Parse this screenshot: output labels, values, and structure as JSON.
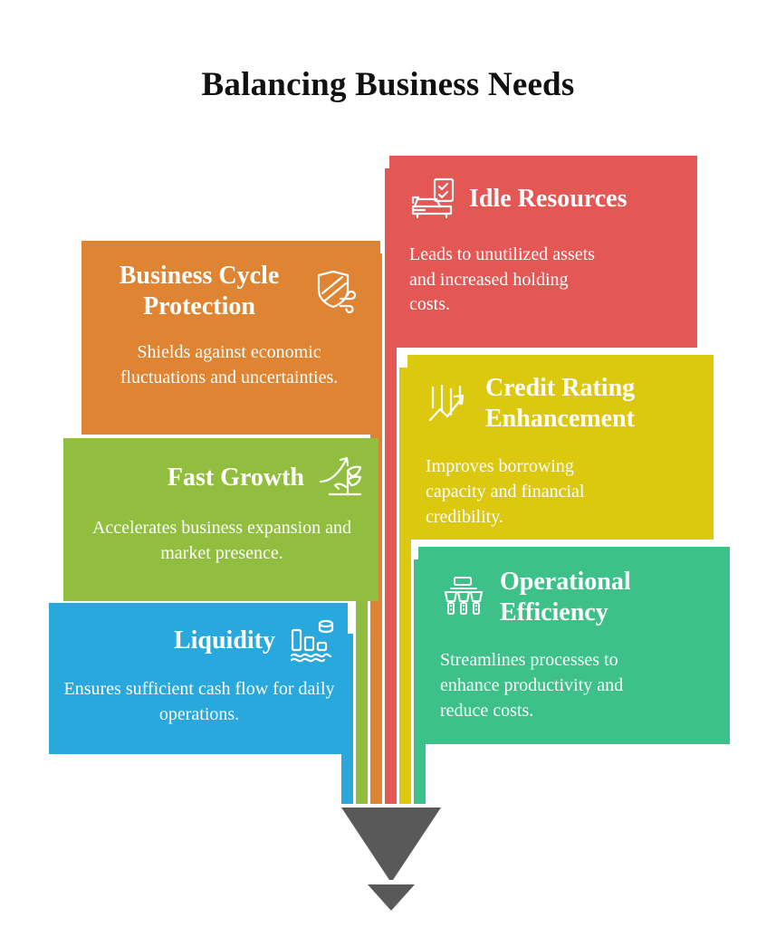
{
  "page": {
    "title": "Balancing Business Needs",
    "background_color": "#ffffff"
  },
  "funnel": {
    "name": "converging-funnel",
    "body_color": "#595959",
    "tip_color": "#595959",
    "stripe_colors": [
      "#28A8DD",
      "#92BE3F",
      "#DE8432",
      "#E35755",
      "#DCC80E",
      "#3DC188"
    ]
  },
  "panels": [
    {
      "id": "idle-resources",
      "title": "Idle Resources",
      "description": "Leads to unutilized assets and increased holding costs.",
      "color": "#E35755",
      "icon": "car-checklist-icon",
      "side": "right"
    },
    {
      "id": "business-cycle-protection",
      "title": "Business Cycle Protection",
      "description": "Shields against economic fluctuations and uncertainties.",
      "color": "#DE8432",
      "icon": "shield-wind-icon",
      "side": "left"
    },
    {
      "id": "credit-rating-enhancement",
      "title": "Credit Rating Enhancement",
      "description": "Improves borrowing capacity and financial credibility.",
      "color": "#DCC80E",
      "icon": "bar-chart-arrow-up-icon",
      "side": "right"
    },
    {
      "id": "fast-growth",
      "title": "Fast Growth",
      "description": "Accelerates business expansion and market presence.",
      "color": "#92BE3F",
      "icon": "plant-growth-arrow-icon",
      "side": "left"
    },
    {
      "id": "operational-efficiency",
      "title": "Operational Efficiency",
      "description": "Streamlines processes to enhance productivity and reduce costs.",
      "color": "#3DC188",
      "icon": "factory-machinery-icon",
      "side": "right"
    },
    {
      "id": "liquidity",
      "title": "Liquidity",
      "description": "Ensures sufficient cash flow for daily operations.",
      "color": "#28A8DD",
      "icon": "bar-chart-coins-water-icon",
      "side": "left"
    }
  ]
}
